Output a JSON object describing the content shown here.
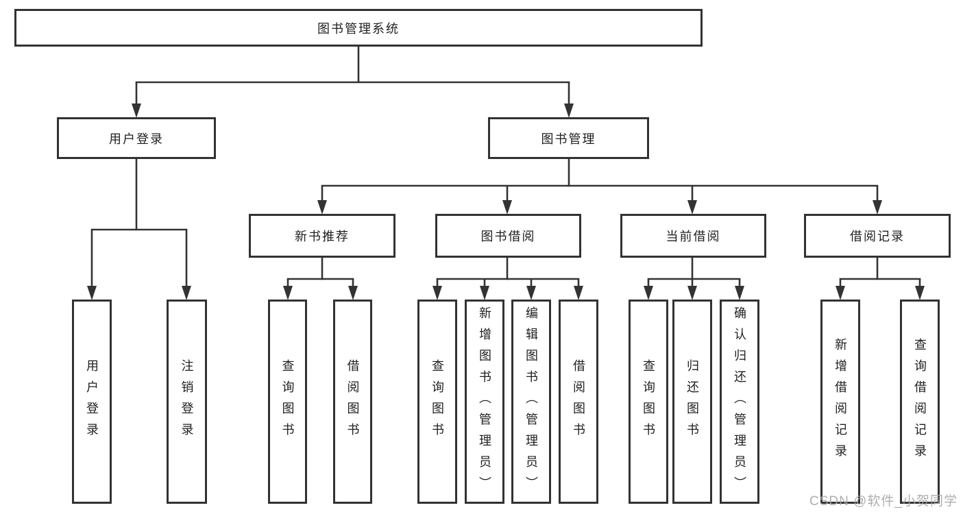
{
  "diagram": {
    "root": {
      "label": "图书管理系统"
    },
    "level2": [
      {
        "label": "用户登录"
      },
      {
        "label": "图书管理"
      }
    ],
    "level3": [
      {
        "label": "新书推荐"
      },
      {
        "label": "图书借阅"
      },
      {
        "label": "当前借阅"
      },
      {
        "label": "借阅记录"
      }
    ],
    "groups": [
      {
        "parent": "用户登录",
        "children": [
          "用户登录",
          "注销登录"
        ]
      },
      {
        "parent": "新书推荐",
        "children": [
          "查询图书",
          "借阅图书"
        ]
      },
      {
        "parent": "图书借阅",
        "children": [
          "查询图书",
          "新增图书（管理员）",
          "编辑图书（管理员）",
          "借阅图书"
        ]
      },
      {
        "parent": "当前借阅",
        "children": [
          "查询图书",
          "归还图书",
          "确认归还（管理员）"
        ]
      },
      {
        "parent": "借阅记录",
        "children": [
          "新增借阅记录",
          "查询借阅记录"
        ]
      }
    ]
  },
  "watermark": {
    "text": "CSDN @软件_小贺同学"
  },
  "colors": {
    "line": "#333333",
    "box_border": "#323232",
    "text": "#1f1f1f",
    "background": "#ffffff",
    "watermark": "#a5a5a5"
  }
}
